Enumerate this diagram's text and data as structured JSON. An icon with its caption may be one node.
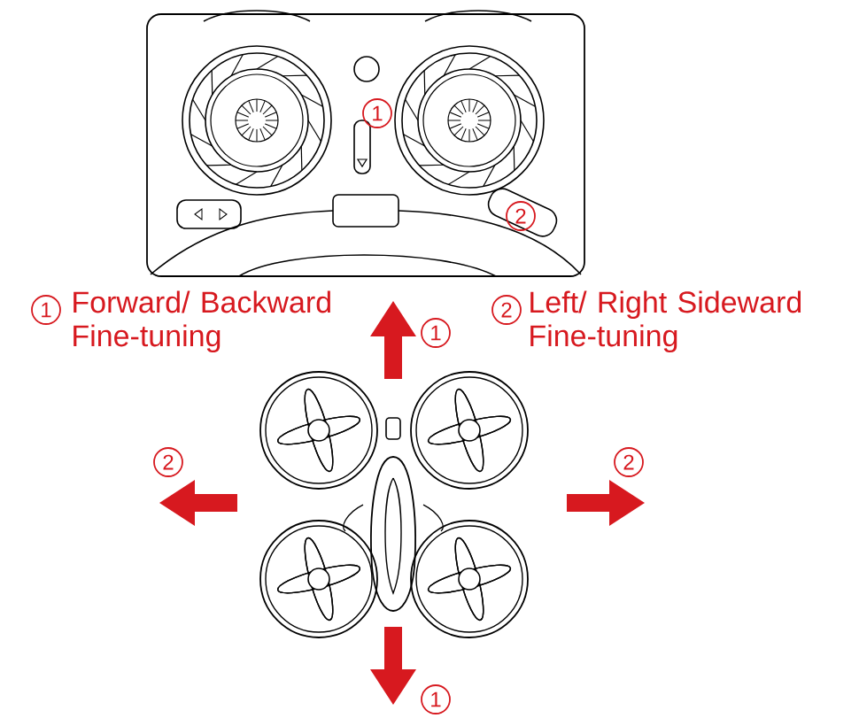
{
  "diagram": {
    "labels": [
      "1",
      "2",
      "1",
      "Forward/ Backward Fine-tuning",
      "1",
      "2",
      "Left/ Right Sideward Fine-tuning",
      "2",
      "2",
      "1"
    ]
  }
}
